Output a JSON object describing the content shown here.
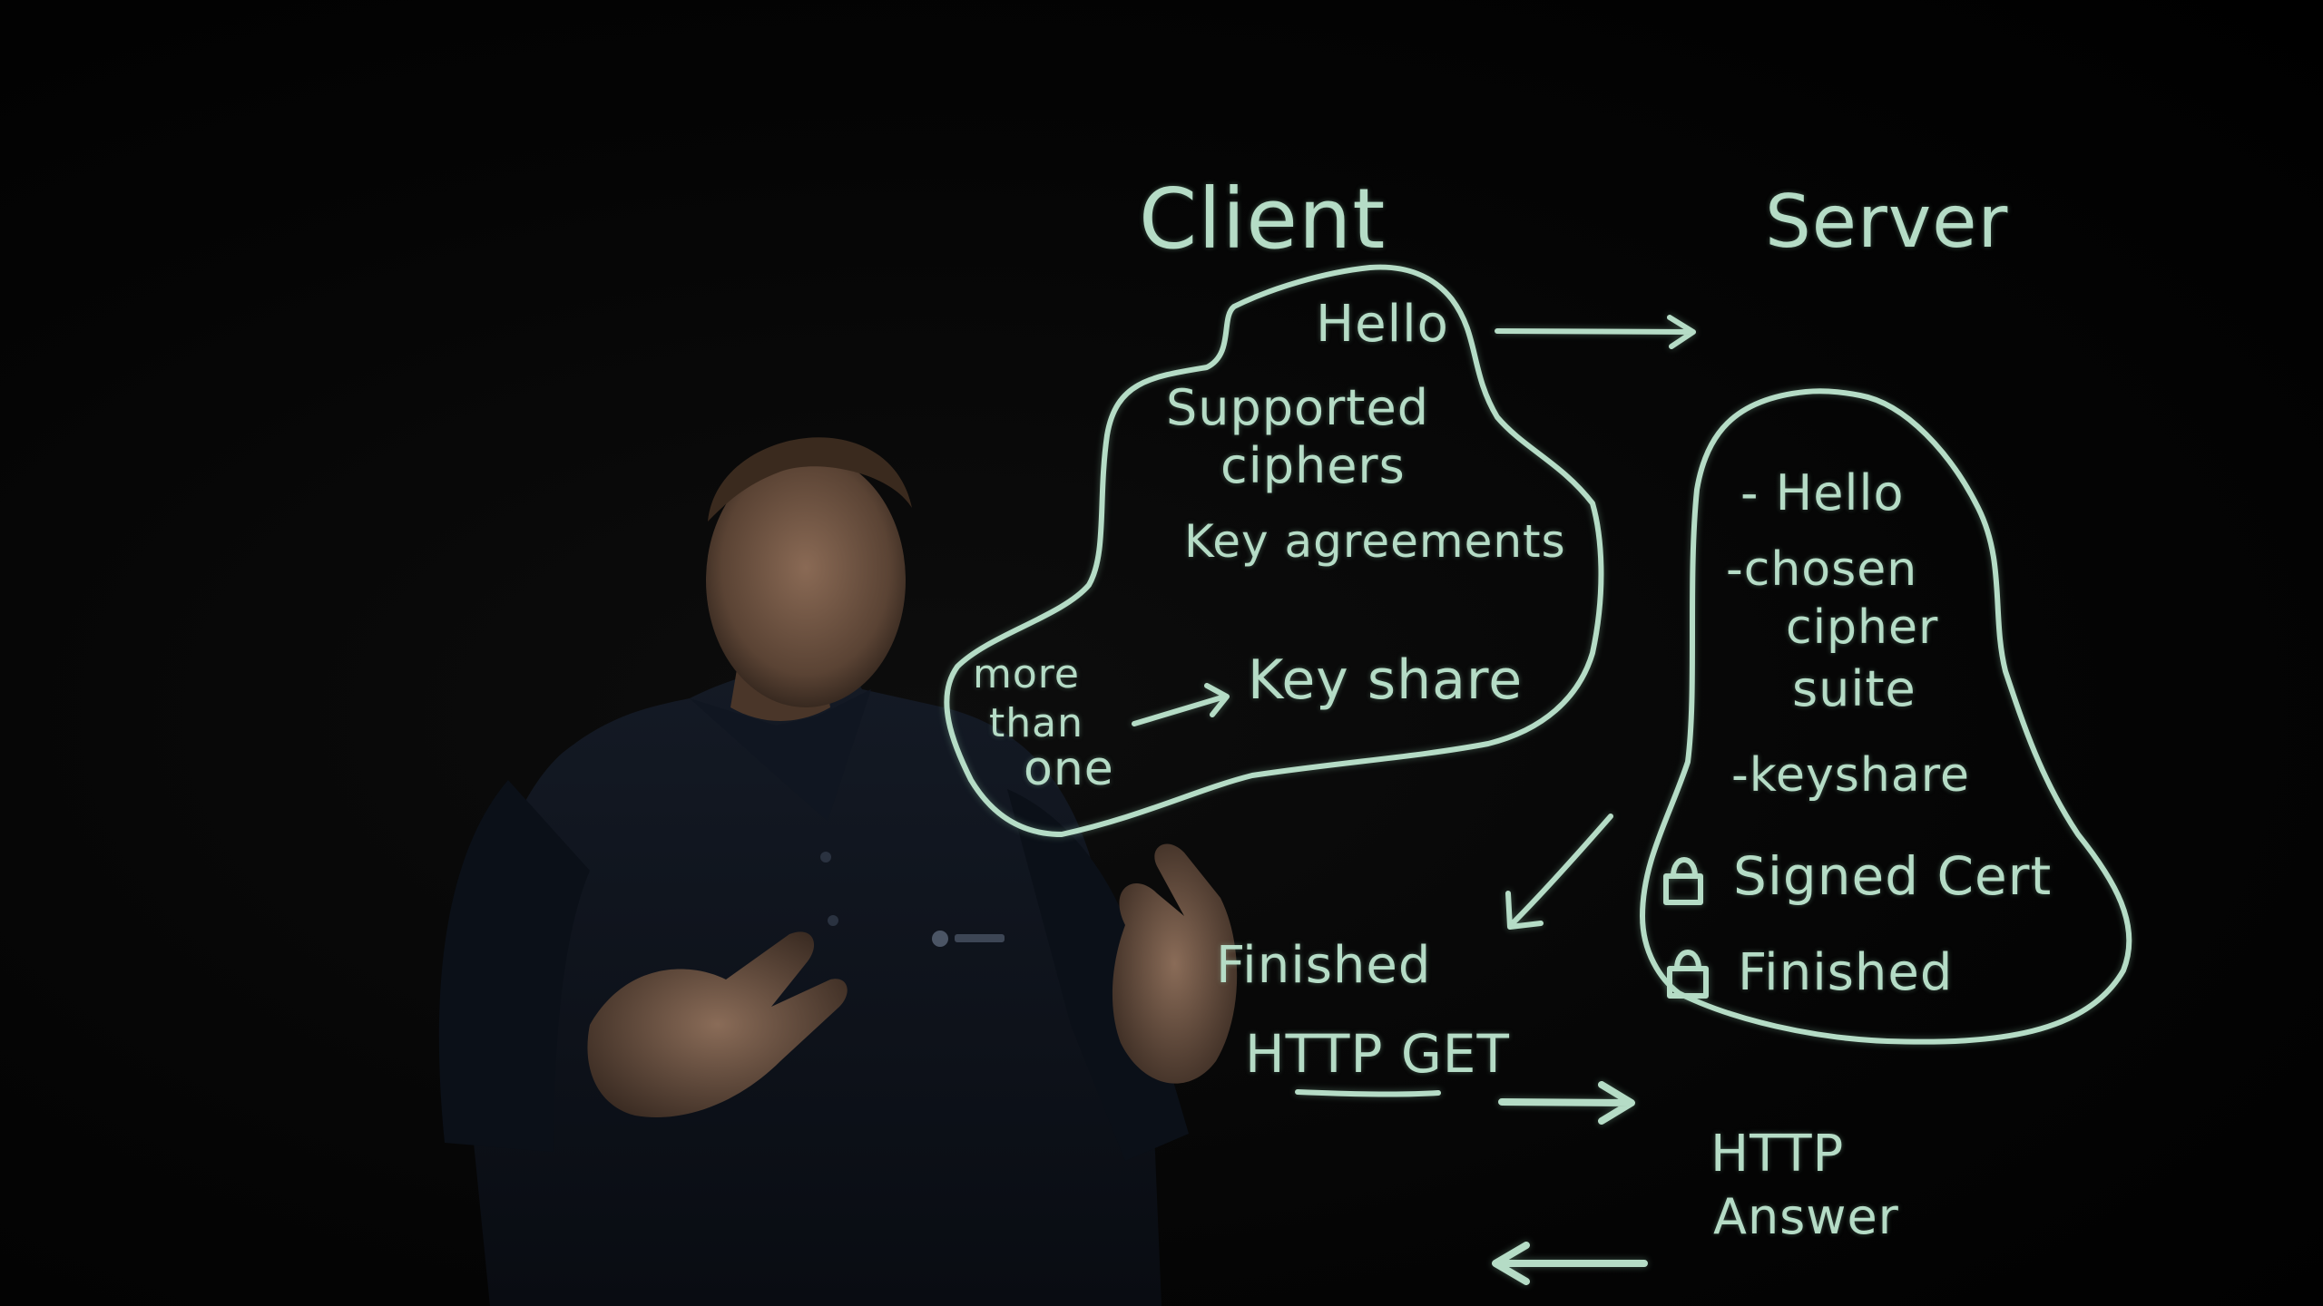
{
  "client": {
    "title": "Client",
    "hello": "Hello",
    "supported": "Supported",
    "ciphers": "ciphers",
    "key_agreements": "Key agreements",
    "key_share": "Key share",
    "note_more": "more",
    "note_than": "than",
    "note_one": "one",
    "finished": "Finished",
    "http_get": "HTTP GET"
  },
  "server": {
    "title": "Server",
    "hello": "- Hello",
    "chosen": "-chosen",
    "cipher": "cipher",
    "suite": "suite",
    "key_share": "-keyshare",
    "signed_cert": "Signed Cert",
    "finished": "Finished",
    "http": "HTTP",
    "answer": "Answer"
  },
  "colors": {
    "ink": "#b5dcc6",
    "board": "#000000",
    "shirt": "#0e131c",
    "skin": "#6e5443"
  },
  "icons": [
    "lock-icon",
    "arrow-right-icon",
    "arrow-left-icon",
    "arrow-down-left-icon"
  ]
}
